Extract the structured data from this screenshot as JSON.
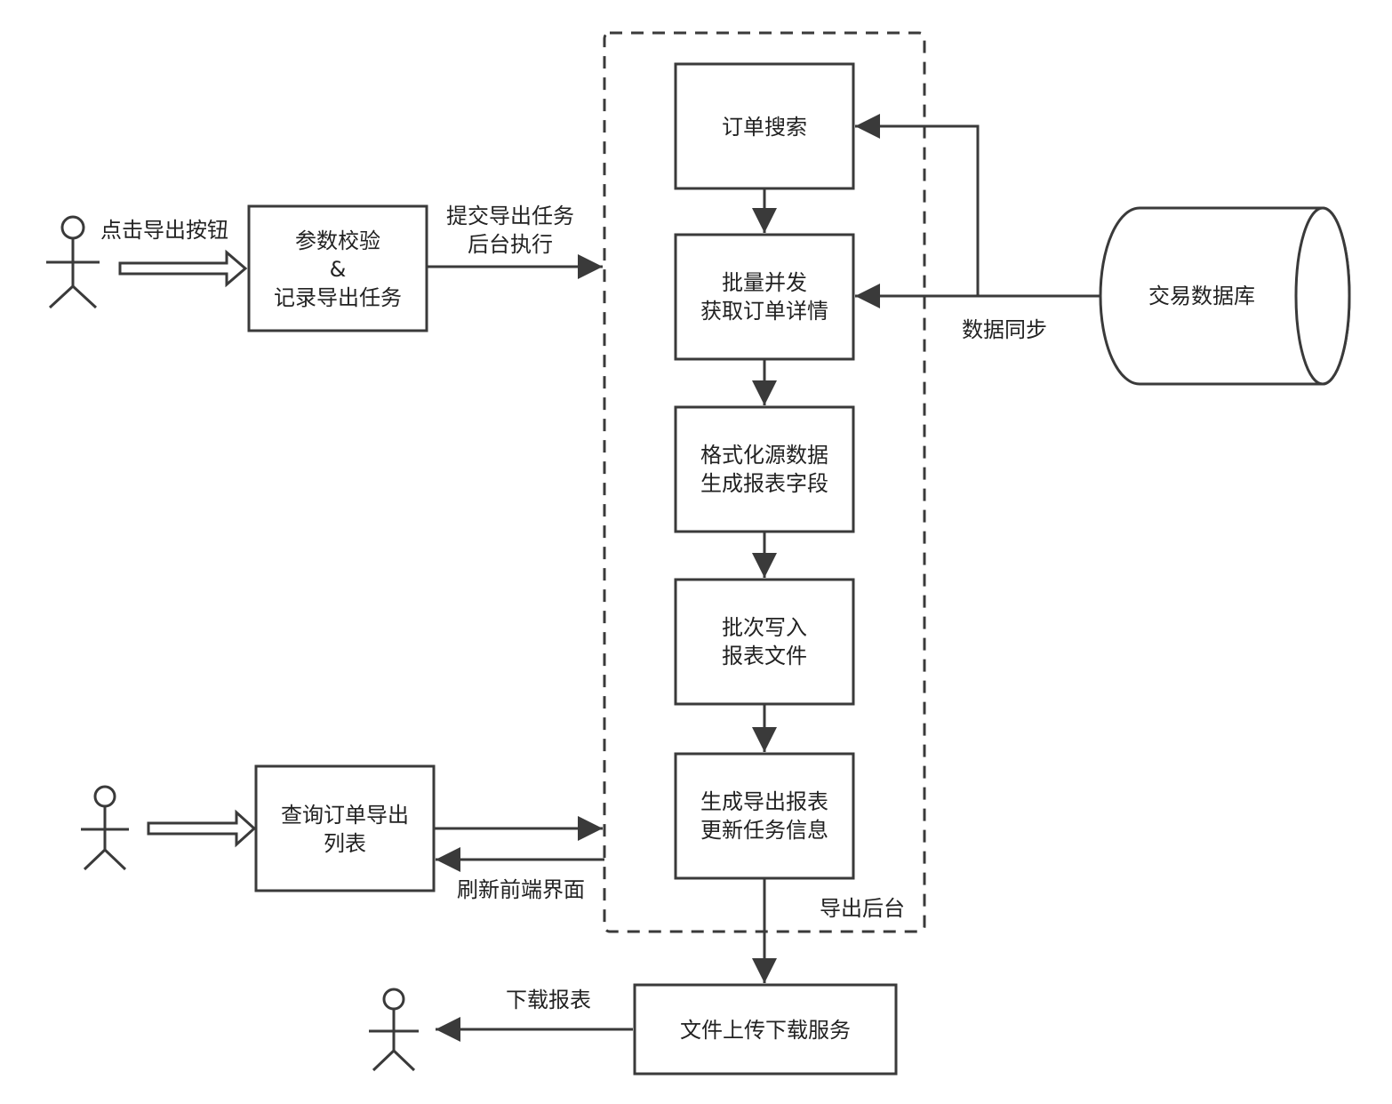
{
  "colors": {
    "stroke": "#3a3a3a",
    "text": "#222222",
    "background": "#ffffff"
  },
  "icons": {
    "actor": "stick-figure-actor",
    "hollow_arrow": "hollow-block-arrow",
    "database": "cylinder-database"
  },
  "actors": {
    "top": {
      "action_label": "点击导出按钮"
    }
  },
  "boxes": {
    "validate": {
      "lines": [
        "参数校验",
        "&",
        "记录导出任务"
      ]
    },
    "query": {
      "lines": [
        "查询订单导出",
        "列表"
      ]
    },
    "search": {
      "lines": [
        "订单搜索"
      ]
    },
    "batch_fetch": {
      "lines": [
        "批量并发",
        "获取订单详情"
      ]
    },
    "format": {
      "lines": [
        "格式化源数据",
        "生成报表字段"
      ]
    },
    "write": {
      "lines": [
        "批次写入",
        "报表文件"
      ]
    },
    "generate": {
      "lines": [
        "生成导出报表",
        "更新任务信息"
      ]
    },
    "file_service": {
      "lines": [
        "文件上传下载服务"
      ]
    }
  },
  "database": {
    "label": "交易数据库"
  },
  "group": {
    "label": "导出后台"
  },
  "edges": {
    "submit": {
      "lines": [
        "提交导出任务",
        "后台执行"
      ]
    },
    "sync": {
      "label": "数据同步"
    },
    "refresh": {
      "label": "刷新前端界面"
    },
    "download": {
      "label": "下载报表"
    }
  }
}
